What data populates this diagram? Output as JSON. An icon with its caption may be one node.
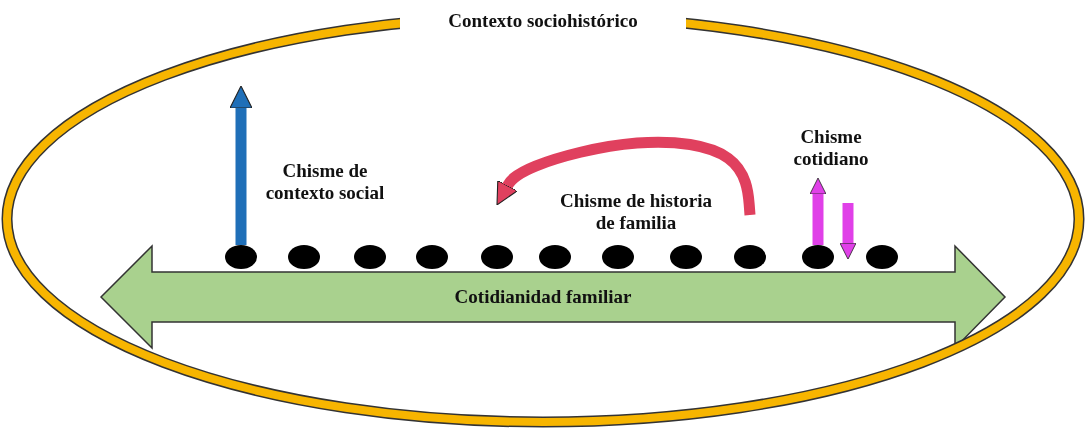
{
  "diagram": {
    "nodes": [
      {
        "text": [
          "Contexto sociohistórico"
        ]
      },
      {
        "text": [
          "Cotidianidad familiar"
        ],
        "in": 0
      },
      {
        "text": [],
        "shape": "circle",
        "in": 0
      },
      {
        "text": [],
        "shape": "circle",
        "in": 0
      },
      {
        "text": [],
        "shape": "circle",
        "in": 0
      },
      {
        "text": [],
        "shape": "circle",
        "in": 0
      },
      {
        "text": [],
        "shape": "circle",
        "in": 0
      },
      {
        "text": [],
        "shape": "circle",
        "in": 0
      },
      {
        "text": [],
        "shape": "circle",
        "in": 0
      },
      {
        "text": [],
        "shape": "circle",
        "in": 0
      },
      {
        "text": [],
        "shape": "circle",
        "in": 0
      },
      {
        "text": [],
        "shape": "circle",
        "in": 0
      },
      {
        "text": [],
        "shape": "circle",
        "in": 0
      }
    ],
    "edges": [
      {
        "from": 2,
        "to": null,
        "arrow": "to",
        "color": "#1f6fb8"
      },
      {
        "from": 10,
        "to": 6,
        "arrow": "to",
        "color": "#e0405e"
      },
      {
        "from": 11,
        "to": null,
        "arrow": "to",
        "color": "#e040e8"
      },
      {
        "from": null,
        "to": 1,
        "arrow": "to",
        "color": "#e040e8"
      }
    ],
    "labels": [
      "Chisme de contexto social",
      "Chisme de historia de familia",
      "Chisme cotidiano"
    ]
  }
}
